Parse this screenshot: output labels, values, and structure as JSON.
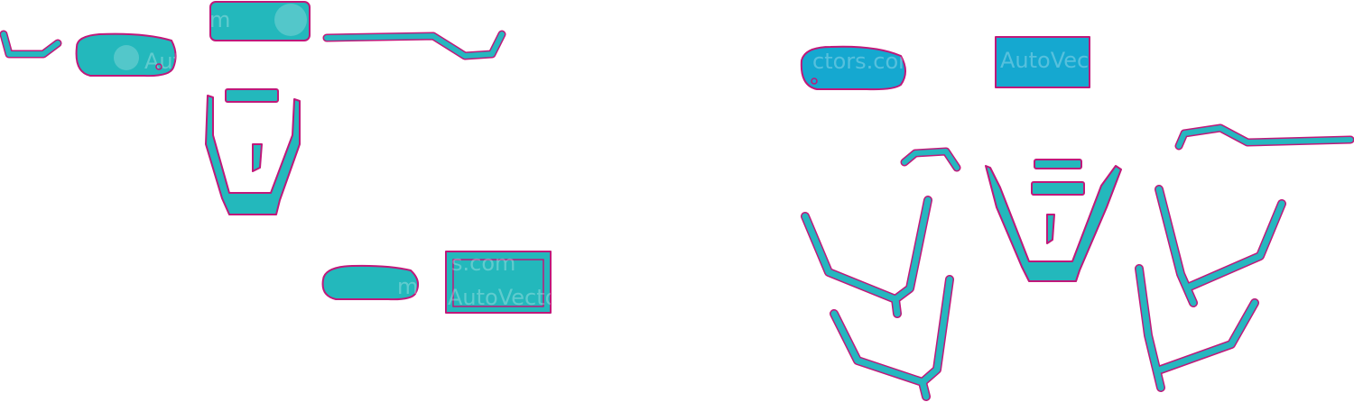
{
  "colors": {
    "background": "#ffffff",
    "outline": "#c0187a",
    "fill_teal": "#23b8bc",
    "fill_blue": "#15a8d0",
    "stroke_teal": "#26b6bf"
  },
  "watermark": {
    "text_a": "AutoVectors.com",
    "text_b": "AutoVec",
    "text_c": "ctors.com",
    "text_d": "s.com",
    "text_e": "m",
    "logo_icon": "car-badge-icon"
  }
}
